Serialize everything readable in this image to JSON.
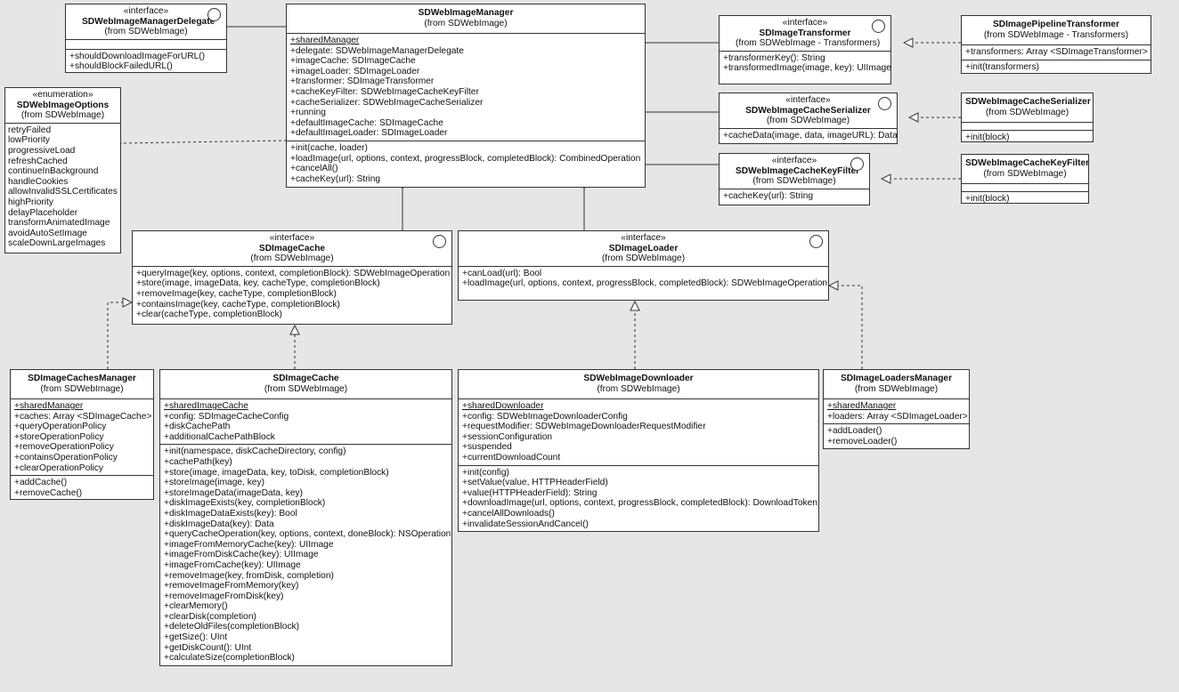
{
  "classes": {
    "manager_delegate": {
      "stereotype": "«interface»",
      "name": "SDWebImageManagerDelegate",
      "origin": "(from SDWebImage)",
      "attributes": [],
      "operations": [
        "+shouldDownloadImageForURL()",
        "+shouldBlockFailedURL()"
      ]
    },
    "manager": {
      "name": "SDWebImageManager",
      "origin": "(from SDWebImage)",
      "static_attributes": [
        "+sharedManager"
      ],
      "attributes": [
        "+delegate: SDWebImageManagerDelegate",
        "+imageCache: SDImageCache",
        "+imageLoader: SDImageLoader",
        "+transformer: SDImageTransformer",
        "+cacheKeyFilter: SDWebImageCacheKeyFilter",
        "+cacheSerializer: SDWebImageCacheSerializer",
        "+running",
        "+defaultImageCache: SDImageCache",
        "+defaultImageLoader: SDImageLoader"
      ],
      "operations": [
        "+init(cache, loader)",
        "+loadImage(url, options, context, progressBlock, completedBlock): CombinedOperation",
        "+cancelAll()",
        "+cacheKey(url): String"
      ]
    },
    "options": {
      "stereotype": "«enumeration»",
      "name": "SDWebImageOptions",
      "origin": "(from SDWebImage)",
      "literals": [
        "retryFailed",
        "lowPriority",
        "progressiveLoad",
        "refreshCached",
        "continueInBackground",
        "handleCookies",
        "allowInvalidSSLCertificates",
        "highPriority",
        "delayPlaceholder",
        "transformAnimatedImage",
        "avoidAutoSetImage",
        "scaleDownLargeImages"
      ]
    },
    "transformer": {
      "stereotype": "«interface»",
      "name": "SDImageTransformer",
      "origin": "(from SDWebImage - Transformers)",
      "operations": [
        "+transformerKey(): String",
        "+transformedImage(image, key): UIImage"
      ]
    },
    "pipeline_transformer": {
      "name": "SDImagePipelineTransformer",
      "origin": "(from SDWebImage - Transformers)",
      "attributes": [
        "+transformers: Array <SDImageTransformer>"
      ],
      "operations": [
        "+init(transformers)"
      ]
    },
    "cache_serializer_iface": {
      "stereotype": "«interface»",
      "name": "SDWebImageCacheSerializer",
      "origin": "(from SDWebImage)",
      "operations": [
        "+cacheData(image, data, imageURL): Data"
      ]
    },
    "cache_serializer": {
      "name": "SDWebImageCacheSerializer",
      "origin": "(from SDWebImage)",
      "attributes": [],
      "operations": [
        "+init(block)"
      ]
    },
    "key_filter_iface": {
      "stereotype": "«interface»",
      "name": "SDWebImageCacheKeyFilter",
      "origin": "(from SDWebImage)",
      "operations": [
        "+cacheKey(url): String"
      ]
    },
    "key_filter": {
      "name": "SDWebImageCacheKeyFilter",
      "origin": "(from SDWebImage)",
      "attributes": [],
      "operations": [
        "+init(block)"
      ]
    },
    "image_cache_iface": {
      "stereotype": "«interface»",
      "name": "SDImageCache",
      "origin": "(from SDWebImage)",
      "operations": [
        "+queryImage(key, options, context, completionBlock): SDWebImageOperation",
        "+store(image, imageData, key, cacheType, completionBlock)",
        "+removeImage(key, cacheType, completionBlock)",
        "+containsImage(key, cacheType, completionBlock)",
        "+clear(cacheType, completionBlock)"
      ]
    },
    "image_loader_iface": {
      "stereotype": "«interface»",
      "name": "SDImageLoader",
      "origin": "(from SDWebImage)",
      "operations": [
        "+canLoad(url): Bool",
        "+loadImage(url, options, context, progressBlock, completedBlock): SDWebImageOperation"
      ]
    },
    "caches_manager": {
      "name": "SDImageCachesManager",
      "origin": "(from SDWebImage)",
      "static_attributes": [
        "+sharedManager"
      ],
      "attributes": [
        "+caches: Array <SDImageCache>",
        "+queryOperationPolicy",
        "+storeOperationPolicy",
        "+removeOperationPolicy",
        "+containsOperationPolicy",
        "+clearOperationPolicy"
      ],
      "operations": [
        "+addCache()",
        "+removeCache()"
      ]
    },
    "image_cache": {
      "name": "SDImageCache",
      "origin": "(from SDWebImage)",
      "static_attributes": [
        "+sharedImageCache"
      ],
      "attributes": [
        "+config: SDImageCacheConfig",
        "+diskCachePath",
        "+additionalCachePathBlock"
      ],
      "operations": [
        "+init(namespace, diskCacheDirectory, config)",
        "+cachePath(key)",
        "+store(image, imageData, key, toDisk, completionBlock)",
        "+storeImage(image, key)",
        "+storeImageData(imageData, key)",
        "+diskImageExists(key, completionBlock)",
        "+diskImageDataExists(key): Bool",
        "+diskImageData(key): Data",
        "+queryCacheOperation(key, options, context, doneBlock): NSOperation",
        "+imageFromMemoryCache(key): UIImage",
        "+imageFromDiskCache(key): UIImage",
        "+imageFromCache(key): UIImage",
        "+removeImage(key, fromDisk, completion)",
        "+removeImageFromMemory(key)",
        "+removeImageFromDisk(key)",
        "+clearMemory()",
        "+clearDisk(completion)",
        "+deleteOldFiles(completionBlock)",
        "+getSize(): UInt",
        "+getDiskCount(): UInt",
        "+calculateSize(completionBlock)"
      ]
    },
    "downloader": {
      "name": "SDWebImageDownloader",
      "origin": "(from SDWebImage)",
      "static_attributes": [
        "+sharedDownloader"
      ],
      "attributes": [
        "+config: SDWebImageDownloaderConfig",
        "+requestModifier: SDWebImageDownloaderRequestModifier",
        "+sessionConfiguration",
        "+suspended",
        "+currentDownloadCount"
      ],
      "operations": [
        "+init(config)",
        "+setValue(value, HTTPHeaderField)",
        "+value(HTTPHeaderField): String",
        "+downloadImage(url, options, context, progressBlock, completedBlock): DownloadToken",
        "+cancelAllDownloads()",
        "+invalidateSessionAndCancel()"
      ]
    },
    "loaders_manager": {
      "name": "SDImageLoadersManager",
      "origin": "(from SDWebImage)",
      "static_attributes": [
        "+sharedManager"
      ],
      "attributes": [
        "+loaders: Array <SDImageLoader>"
      ],
      "operations": [
        "+addLoader()",
        "+removeLoader()"
      ]
    }
  }
}
